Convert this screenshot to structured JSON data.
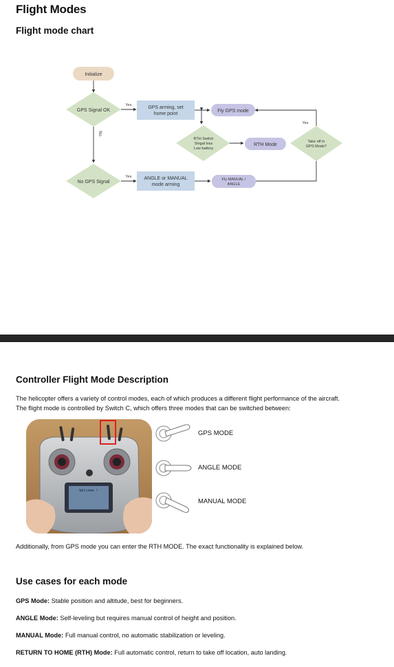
{
  "header": {
    "title": "Flight Modes",
    "chart_title": "Flight mode chart"
  },
  "flowchart": {
    "nodes": {
      "initialize": "Initialize",
      "gps_signal_ok": "GPS Signal OK",
      "gps_arming_1": "GPS arming, set",
      "gps_arming_2": "home point",
      "fly_gps": "Fly GPS mode",
      "rth_switch_1": "RTH Switch",
      "rth_switch_2": "Singal loss",
      "rth_switch_3": "Low battery",
      "rth_mode": "RTH Mode",
      "takeoff_1": "Take off in",
      "takeoff_2": "GPS Mode?",
      "no_gps": "No GPS Signal",
      "angle_arming_1": "ANGLE or MANUAL",
      "angle_arming_2": "mode arming",
      "fly_manual_1": "Fly MANUAL  /",
      "fly_manual_2": "ANGLE"
    },
    "edge_labels": {
      "yes_top": "Yes",
      "no": "No",
      "yes_bottom": "Yes",
      "yes_right": "Yes"
    },
    "colors": {
      "start": "#ecd9c4",
      "decision": "#d3e2c5",
      "process": "#c4d6e8",
      "terminal": "#c6c4e4",
      "line": "#333333"
    }
  },
  "controller": {
    "title": "Controller Flight Mode Description",
    "intro_1": "The helicopter offers a variety of control modes, each of which produces a different flight performance of the aircraft.",
    "intro_2": "The flight mode is controlled by Switch C, which offers three modes that can be switched between:",
    "screen_text": "Welcome !",
    "modes": [
      "GPS MODE",
      "ANGLE MODE",
      "MANUAL MODE"
    ],
    "additional": "Additionally, from GPS mode you can enter the RTH MODE. The exact functionality is explained below."
  },
  "use_cases": {
    "title": "Use cases for each mode",
    "items": [
      {
        "label": "GPS Mode:",
        "text": "Stable position and altitude, best for beginners."
      },
      {
        "label": "ANGLE Mode:",
        "text": "Self-leveling but requires manual control of height and position."
      },
      {
        "label": "MANUAL Mode:",
        "text": "Full manual control, no automatic stabilization or leveling."
      },
      {
        "label": "RETURN TO HOME (RTH) Mode:",
        "text": "Full automatic control, return to take off location, auto landing."
      }
    ]
  }
}
